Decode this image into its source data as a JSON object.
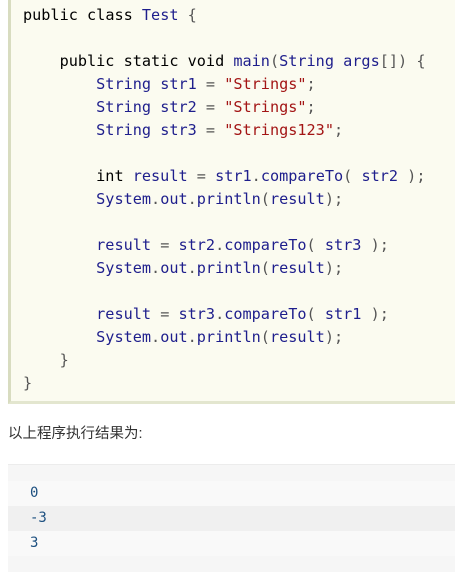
{
  "code": {
    "lines": [
      "public class Test {",
      "",
      "    public static void main(String args[]) {",
      "        String str1 = \"Strings\";",
      "        String str2 = \"Strings\";",
      "        String str3 = \"Strings123\";",
      "",
      "        int result = str1.compareTo( str2 );",
      "        System.out.println(result);",
      "",
      "        result = str2.compareTo( str3 );",
      "        System.out.println(result);",
      "",
      "        result = str3.compareTo( str1 );",
      "        System.out.println(result);",
      "    }",
      "}"
    ]
  },
  "caption": "以上程序执行结果为:",
  "output": {
    "lines": [
      "0",
      "-3",
      "3"
    ]
  },
  "colors": {
    "keyword": "#000088",
    "string": "#a31515",
    "identifier": "#1e1e8c",
    "output_text": "#1d5080"
  }
}
